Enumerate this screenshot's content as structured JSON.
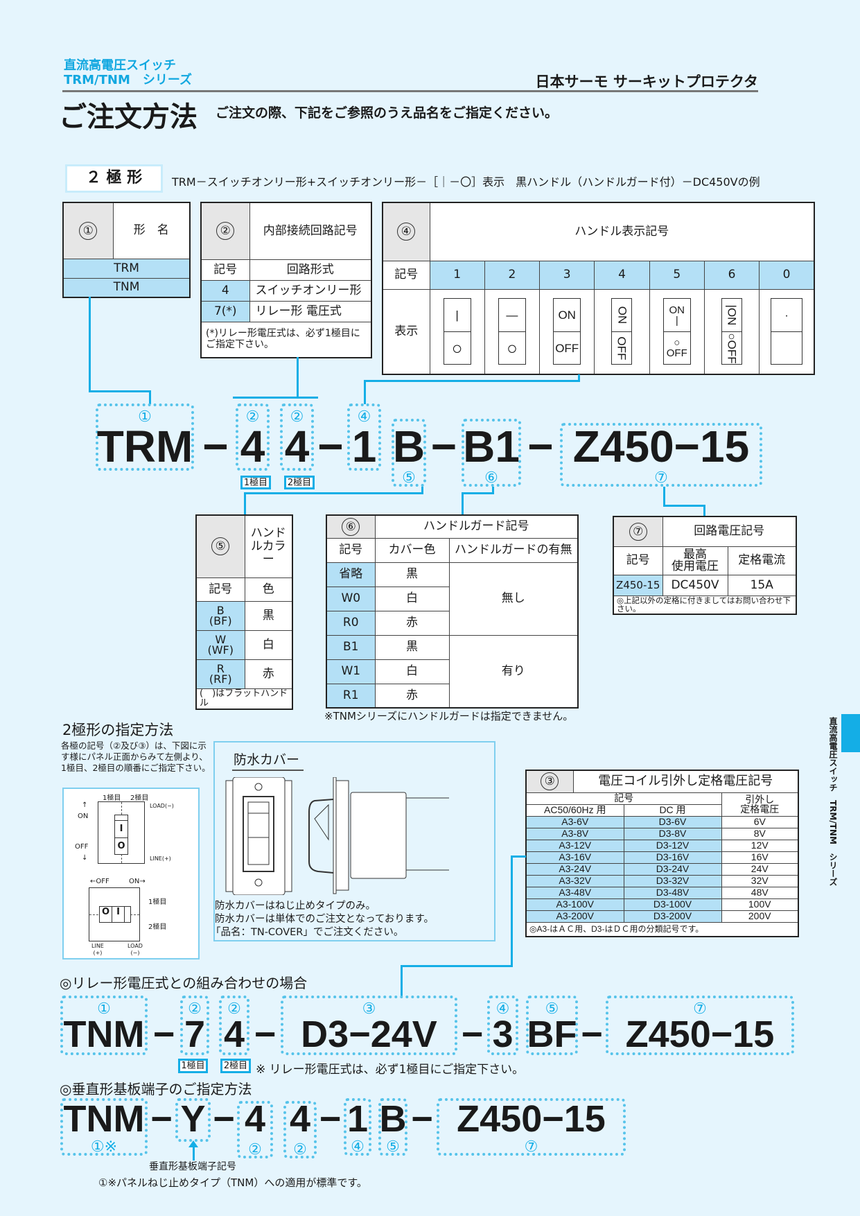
{
  "header": {
    "series_line1": "直流高電圧スイッチ",
    "series_line2": "TRM/TNM　シリーズ",
    "brand": "日本サーモ サーキットプロテクタ",
    "title": "ご注文方法",
    "subtitle": "ご注文の際、下記をご参照のうえ品名をご指定ください。"
  },
  "section": {
    "badge": "２ 極 形",
    "description": "TRM－スイッチオンリー形+スイッチオンリー形－［｜－〇］表示　黒ハンドル（ハンドルガード付）－DC450Vの例"
  },
  "t1": {
    "num": "①",
    "title": "形　名",
    "rows": [
      "TRM",
      "TNM"
    ]
  },
  "t2": {
    "num": "②",
    "title": "内部接続回路記号",
    "h1": "記号",
    "h2": "回路形式",
    "rows": [
      {
        "code": "4",
        "name": "スイッチオンリー形"
      },
      {
        "code": "7(*)",
        "name": "リレー形 電圧式"
      }
    ],
    "note": "(*)リレー形電圧式は、必ず1極目にご指定下さい。"
  },
  "t4": {
    "num": "④",
    "title": "ハンドル表示記号",
    "code_label": "記号",
    "display_label": "表示",
    "codes": [
      "1",
      "2",
      "3",
      "4",
      "5",
      "6",
      "0"
    ],
    "displays": [
      {
        "top": "|",
        "bottom": "○"
      },
      {
        "top": "—",
        "bottom": "○"
      },
      {
        "top": "ON",
        "bottom": "OFF"
      },
      {
        "top": "ON",
        "bottom": "OFF"
      },
      {
        "top": "ON\n|",
        "bottom": "○\nOFF"
      },
      {
        "top": "|ON",
        "bottom": "○OFF"
      },
      {
        "top": "·",
        "bottom": ""
      }
    ]
  },
  "code1": {
    "sep": "−",
    "seg1": "TRM",
    "seg2a": "4",
    "seg2b": "4",
    "seg4": "1",
    "seg5": "B",
    "seg6": "B1",
    "seg7": "Z450−15",
    "n1": "①",
    "n2": "②",
    "n4": "④",
    "n5": "⑤",
    "n6": "⑥",
    "n7": "⑦",
    "pole1": "1極目",
    "pole2": "2極目"
  },
  "t5": {
    "num": "⑤",
    "title": "ハンドルカラー",
    "h1": "記号",
    "h2": "色",
    "rows": [
      {
        "code": "B\n(BF)",
        "color": "黒"
      },
      {
        "code": "W\n(WF)",
        "color": "白"
      },
      {
        "code": "R\n(RF)",
        "color": "赤"
      }
    ],
    "note": "(　)はフラットハンドル"
  },
  "t6": {
    "num": "⑥",
    "title": "ハンドルガード記号",
    "h1": "記号",
    "h2": "カバー色",
    "h3": "ハンドルガードの有無",
    "rows": [
      {
        "code": "省略",
        "color": "黒"
      },
      {
        "code": "W0",
        "color": "白"
      },
      {
        "code": "R0",
        "color": "赤"
      },
      {
        "code": "B1",
        "color": "黒"
      },
      {
        "code": "W1",
        "color": "白"
      },
      {
        "code": "R1",
        "color": "赤"
      }
    ],
    "none": "無し",
    "with": "有り",
    "note": "※TNMシリーズにハンドルガードは指定できません。"
  },
  "t7": {
    "num": "⑦",
    "title": "回路電圧記号",
    "h1": "記号",
    "h2": "最高\n使用電圧",
    "h3": "定格電流",
    "code": "Z450-15",
    "voltage": "DC450V",
    "current": "15A",
    "note": "◎上記以外の定格に付きましてはお問い合わせ下さい。"
  },
  "pole_method": {
    "title": "2極形の指定方法",
    "text": "各極の記号（②及び③）は、下図に示す様にパネル正面からみて左側より、1極目、2極目の順番にご指定下さい。",
    "p1": "1極目",
    "p2": "2極目",
    "on": "ON",
    "off": "OFF",
    "load": "LOAD(−)",
    "line": "LINE(+)",
    "off_arrow": "←OFF",
    "on_arrow": "ON→",
    "line_l": "LINE\n(+)",
    "load_l": "LOAD\n(−)",
    "sym_i": "I",
    "sym_o": "O"
  },
  "cover": {
    "title": "防水カバー",
    "lines": [
      "防水カバーはねじ止めタイプのみ。",
      "防水カバーは単体でのご注文となっております。",
      "「品名：TN-COVER」でご注文ください。"
    ]
  },
  "t3": {
    "num": "③",
    "title": "電圧コイル引外し定格電圧記号",
    "h_code": "記号",
    "h_ac": "AC50/60Hz 用",
    "h_dc": "DC 用",
    "h_rated": "引外し\n定格電圧",
    "rows": [
      [
        "A3-6V",
        "D3-6V",
        "6V"
      ],
      [
        "A3-8V",
        "D3-8V",
        "8V"
      ],
      [
        "A3-12V",
        "D3-12V",
        "12V"
      ],
      [
        "A3-16V",
        "D3-16V",
        "16V"
      ],
      [
        "A3-24V",
        "D3-24V",
        "24V"
      ],
      [
        "A3-32V",
        "D3-32V",
        "32V"
      ],
      [
        "A3-48V",
        "D3-48V",
        "48V"
      ],
      [
        "A3-100V",
        "D3-100V",
        "100V"
      ],
      [
        "A3-200V",
        "D3-200V",
        "200V"
      ]
    ],
    "note": "◎A3-はＡＣ用、D3-はＤＣ用の分類記号です。"
  },
  "side_tab": "直流高電圧スイッチ　TRM/TNM　シリーズ",
  "relay": {
    "heading": "◎リレー形電圧式との組み合わせの場合",
    "seg1": "TNM",
    "seg2a": "7",
    "seg2b": "4",
    "seg3": "D3−24V",
    "seg4": "3",
    "seg5": "BF",
    "seg7": "Z450−15",
    "n1": "①",
    "n2": "②",
    "n3": "③",
    "n4": "④",
    "n5": "⑤",
    "n7": "⑦",
    "pole1": "1極目",
    "pole2": "2極目",
    "note": "※ リレー形電圧式は、必ず1極目にご指定下さい。"
  },
  "vertical": {
    "heading": "◎垂直形基板端子のご指定方法",
    "seg1": "TNM",
    "segY": "Y",
    "seg2a": "4",
    "seg2b": "4",
    "seg4": "1",
    "seg5": "B",
    "seg7": "Z450−15",
    "n1": "①※",
    "n2": "②",
    "n4": "④",
    "n5": "⑤",
    "n7": "⑦",
    "y_label": "垂直形基板端子記号",
    "footnote": "①※パネルねじ止めタイプ（TNM）への適用が標準です。"
  },
  "colors": {
    "accent": "#14aee6",
    "cell": "#b4e0f6",
    "background": "#e5f5fd"
  }
}
